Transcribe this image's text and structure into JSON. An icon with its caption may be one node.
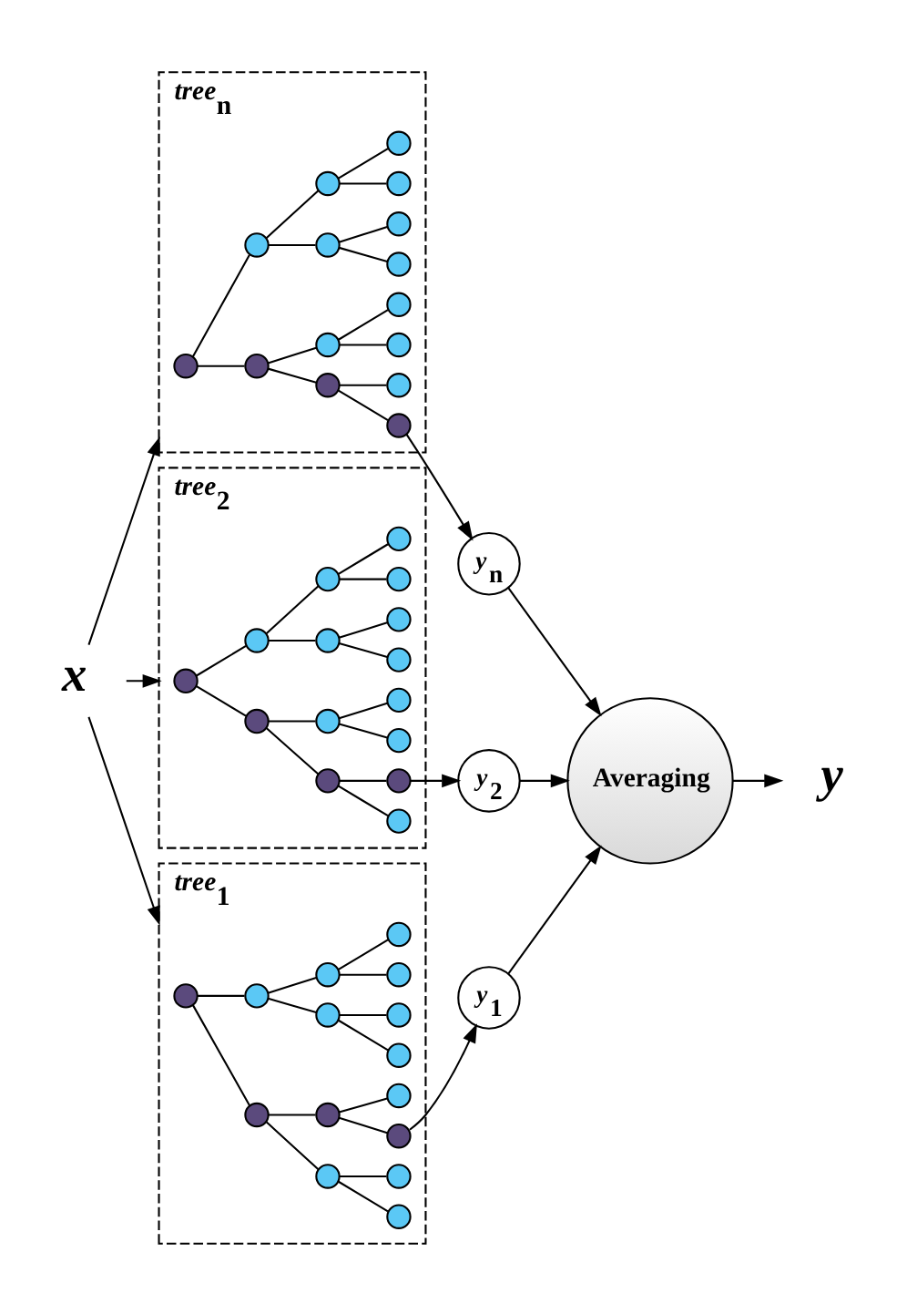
{
  "diagram": {
    "nodes": [
      {
        "text": [
          "*tree*$_{n}$"
        ]
      },
      {
        "text": [],
        "shape": "circle",
        "in": 0
      },
      {
        "text": [],
        "shape": "circle",
        "in": 0
      },
      {
        "text": [],
        "shape": "circle",
        "in": 0
      },
      {
        "text": [],
        "shape": "circle",
        "in": 0
      },
      {
        "text": [],
        "shape": "circle",
        "in": 0
      },
      {
        "text": [],
        "shape": "circle",
        "in": 0
      },
      {
        "text": [],
        "shape": "circle",
        "in": 0
      },
      {
        "text": [],
        "shape": "circle",
        "in": 0
      },
      {
        "text": [],
        "shape": "circle",
        "in": 0
      },
      {
        "text": [],
        "shape": "circle",
        "in": 0
      },
      {
        "text": [],
        "shape": "circle",
        "in": 0
      },
      {
        "text": [],
        "shape": "circle",
        "in": 0
      },
      {
        "text": [],
        "shape": "circle",
        "in": 0
      },
      {
        "text": [],
        "shape": "circle",
        "in": 0
      },
      {
        "text": [],
        "shape": "circle",
        "in": 0
      },
      {
        "text": [
          "*y*$_{n}$"
        ]
      },
      {
        "text": [
          "*x*"
        ]
      },
      {
        "text": [
          "*tree*$_{2}$"
        ]
      },
      {
        "text": [],
        "shape": "circle",
        "in": 18
      },
      {
        "text": [],
        "shape": "circle",
        "in": 18
      },
      {
        "text": [],
        "shape": "circle",
        "in": 18
      },
      {
        "text": [],
        "shape": "circle",
        "in": 18
      },
      {
        "text": [],
        "shape": "circle",
        "in": 18
      },
      {
        "text": [],
        "shape": "circle",
        "in": 18
      },
      {
        "text": [],
        "shape": "circle",
        "in": 18
      },
      {
        "text": [],
        "shape": "circle",
        "in": 18
      },
      {
        "text": [],
        "shape": "circle",
        "in": 18
      },
      {
        "text": [],
        "shape": "circle",
        "in": 18
      },
      {
        "text": [],
        "shape": "circle",
        "in": 18
      },
      {
        "text": [],
        "shape": "circle",
        "in": 18
      },
      {
        "text": [],
        "shape": "circle",
        "in": 18
      },
      {
        "text": [],
        "shape": "circle",
        "in": 18
      },
      {
        "text": [],
        "shape": "circle",
        "in": 18
      },
      {
        "text": [
          "*y*$_{2}$"
        ]
      },
      {
        "text": [
          "Averaging"
        ]
      },
      {
        "text": [
          "*y*"
        ]
      },
      {
        "text": [
          "*tree*$_{1}$"
        ]
      },
      {
        "text": [],
        "shape": "circle",
        "in": 37
      },
      {
        "text": [],
        "shape": "circle",
        "in": 37
      },
      {
        "text": [],
        "shape": "circle",
        "in": 37
      },
      {
        "text": [],
        "shape": "circle",
        "in": 37
      },
      {
        "text": [],
        "shape": "circle",
        "in": 37
      },
      {
        "text": [],
        "shape": "circle",
        "in": 37
      },
      {
        "text": [],
        "shape": "circle",
        "in": 37
      },
      {
        "text": [],
        "shape": "circle",
        "in": 37
      },
      {
        "text": [],
        "shape": "circle",
        "in": 37
      },
      {
        "text": [],
        "shape": "circle",
        "in": 37
      },
      {
        "text": [],
        "shape": "circle",
        "in": 37
      },
      {
        "text": [],
        "shape": "circle",
        "in": 37
      },
      {
        "text": [],
        "shape": "circle",
        "in": 37
      },
      {
        "text": [],
        "shape": "circle",
        "in": 37
      },
      {
        "text": [],
        "shape": "circle",
        "in": 37
      },
      {
        "text": [
          "*y*$_{1}$"
        ]
      }
    ],
    "edges": [
      {
        "from": 1,
        "to": 2,
        "arrow": "none"
      },
      {
        "from": 1,
        "to": 3,
        "arrow": "none"
      },
      {
        "from": 2,
        "to": 4,
        "arrow": "none"
      },
      {
        "from": 2,
        "to": 5,
        "arrow": "none"
      },
      {
        "from": 3,
        "to": 6,
        "arrow": "none"
      },
      {
        "from": 3,
        "to": 7,
        "arrow": "none"
      },
      {
        "from": 4,
        "to": 8,
        "arrow": "none"
      },
      {
        "from": 4,
        "to": 9,
        "arrow": "none"
      },
      {
        "from": 5,
        "to": 10,
        "arrow": "none"
      },
      {
        "from": 5,
        "to": 11,
        "arrow": "none"
      },
      {
        "from": 6,
        "to": 12,
        "arrow": "none"
      },
      {
        "from": 6,
        "to": 13,
        "arrow": "none"
      },
      {
        "from": 7,
        "to": 14,
        "arrow": "none"
      },
      {
        "from": 7,
        "to": 15,
        "arrow": "none"
      },
      {
        "from": 19,
        "to": 20,
        "arrow": "none"
      },
      {
        "from": 19,
        "to": 21,
        "arrow": "none"
      },
      {
        "from": 20,
        "to": 22,
        "arrow": "none"
      },
      {
        "from": 20,
        "to": 23,
        "arrow": "none"
      },
      {
        "from": 21,
        "to": 24,
        "arrow": "none"
      },
      {
        "from": 21,
        "to": 25,
        "arrow": "none"
      },
      {
        "from": 22,
        "to": 26,
        "arrow": "none"
      },
      {
        "from": 22,
        "to": 27,
        "arrow": "none"
      },
      {
        "from": 23,
        "to": 28,
        "arrow": "none"
      },
      {
        "from": 23,
        "to": 29,
        "arrow": "none"
      },
      {
        "from": 24,
        "to": 30,
        "arrow": "none"
      },
      {
        "from": 24,
        "to": 31,
        "arrow": "none"
      },
      {
        "from": 25,
        "to": 32,
        "arrow": "none"
      },
      {
        "from": 25,
        "to": 33,
        "arrow": "none"
      },
      {
        "from": 38,
        "to": 39,
        "arrow": "none"
      },
      {
        "from": 38,
        "to": 40,
        "arrow": "none"
      },
      {
        "from": 39,
        "to": 41,
        "arrow": "none"
      },
      {
        "from": 39,
        "to": 42,
        "arrow": "none"
      },
      {
        "from": 40,
        "to": 43,
        "arrow": "none"
      },
      {
        "from": 40,
        "to": 44,
        "arrow": "none"
      },
      {
        "from": 41,
        "to": 45,
        "arrow": "none"
      },
      {
        "from": 41,
        "to": 46,
        "arrow": "none"
      },
      {
        "from": 42,
        "to": 47,
        "arrow": "none"
      },
      {
        "from": 42,
        "to": 48,
        "arrow": "none"
      },
      {
        "from": 43,
        "to": 49,
        "arrow": "none"
      },
      {
        "from": 43,
        "to": 50,
        "arrow": "none"
      },
      {
        "from": 44,
        "to": 51,
        "arrow": "none"
      },
      {
        "from": 44,
        "to": 52,
        "arrow": "none"
      },
      {
        "from": 17,
        "to": 0,
        "arrow": "to"
      },
      {
        "from": 17,
        "to": 18,
        "arrow": "to"
      },
      {
        "from": 17,
        "to": 37,
        "arrow": "to"
      },
      {
        "from": 8,
        "to": 16,
        "arrow": "to"
      },
      {
        "from": 27,
        "to": 34,
        "arrow": "to"
      },
      {
        "from": 47,
        "to": 53,
        "arrow": "to"
      },
      {
        "from": 16,
        "to": 35,
        "arrow": "to"
      },
      {
        "from": 34,
        "to": 35,
        "arrow": "to"
      },
      {
        "from": 53,
        "to": 35,
        "arrow": "to"
      },
      {
        "from": 35,
        "to": 36,
        "arrow": "to"
      }
    ]
  }
}
